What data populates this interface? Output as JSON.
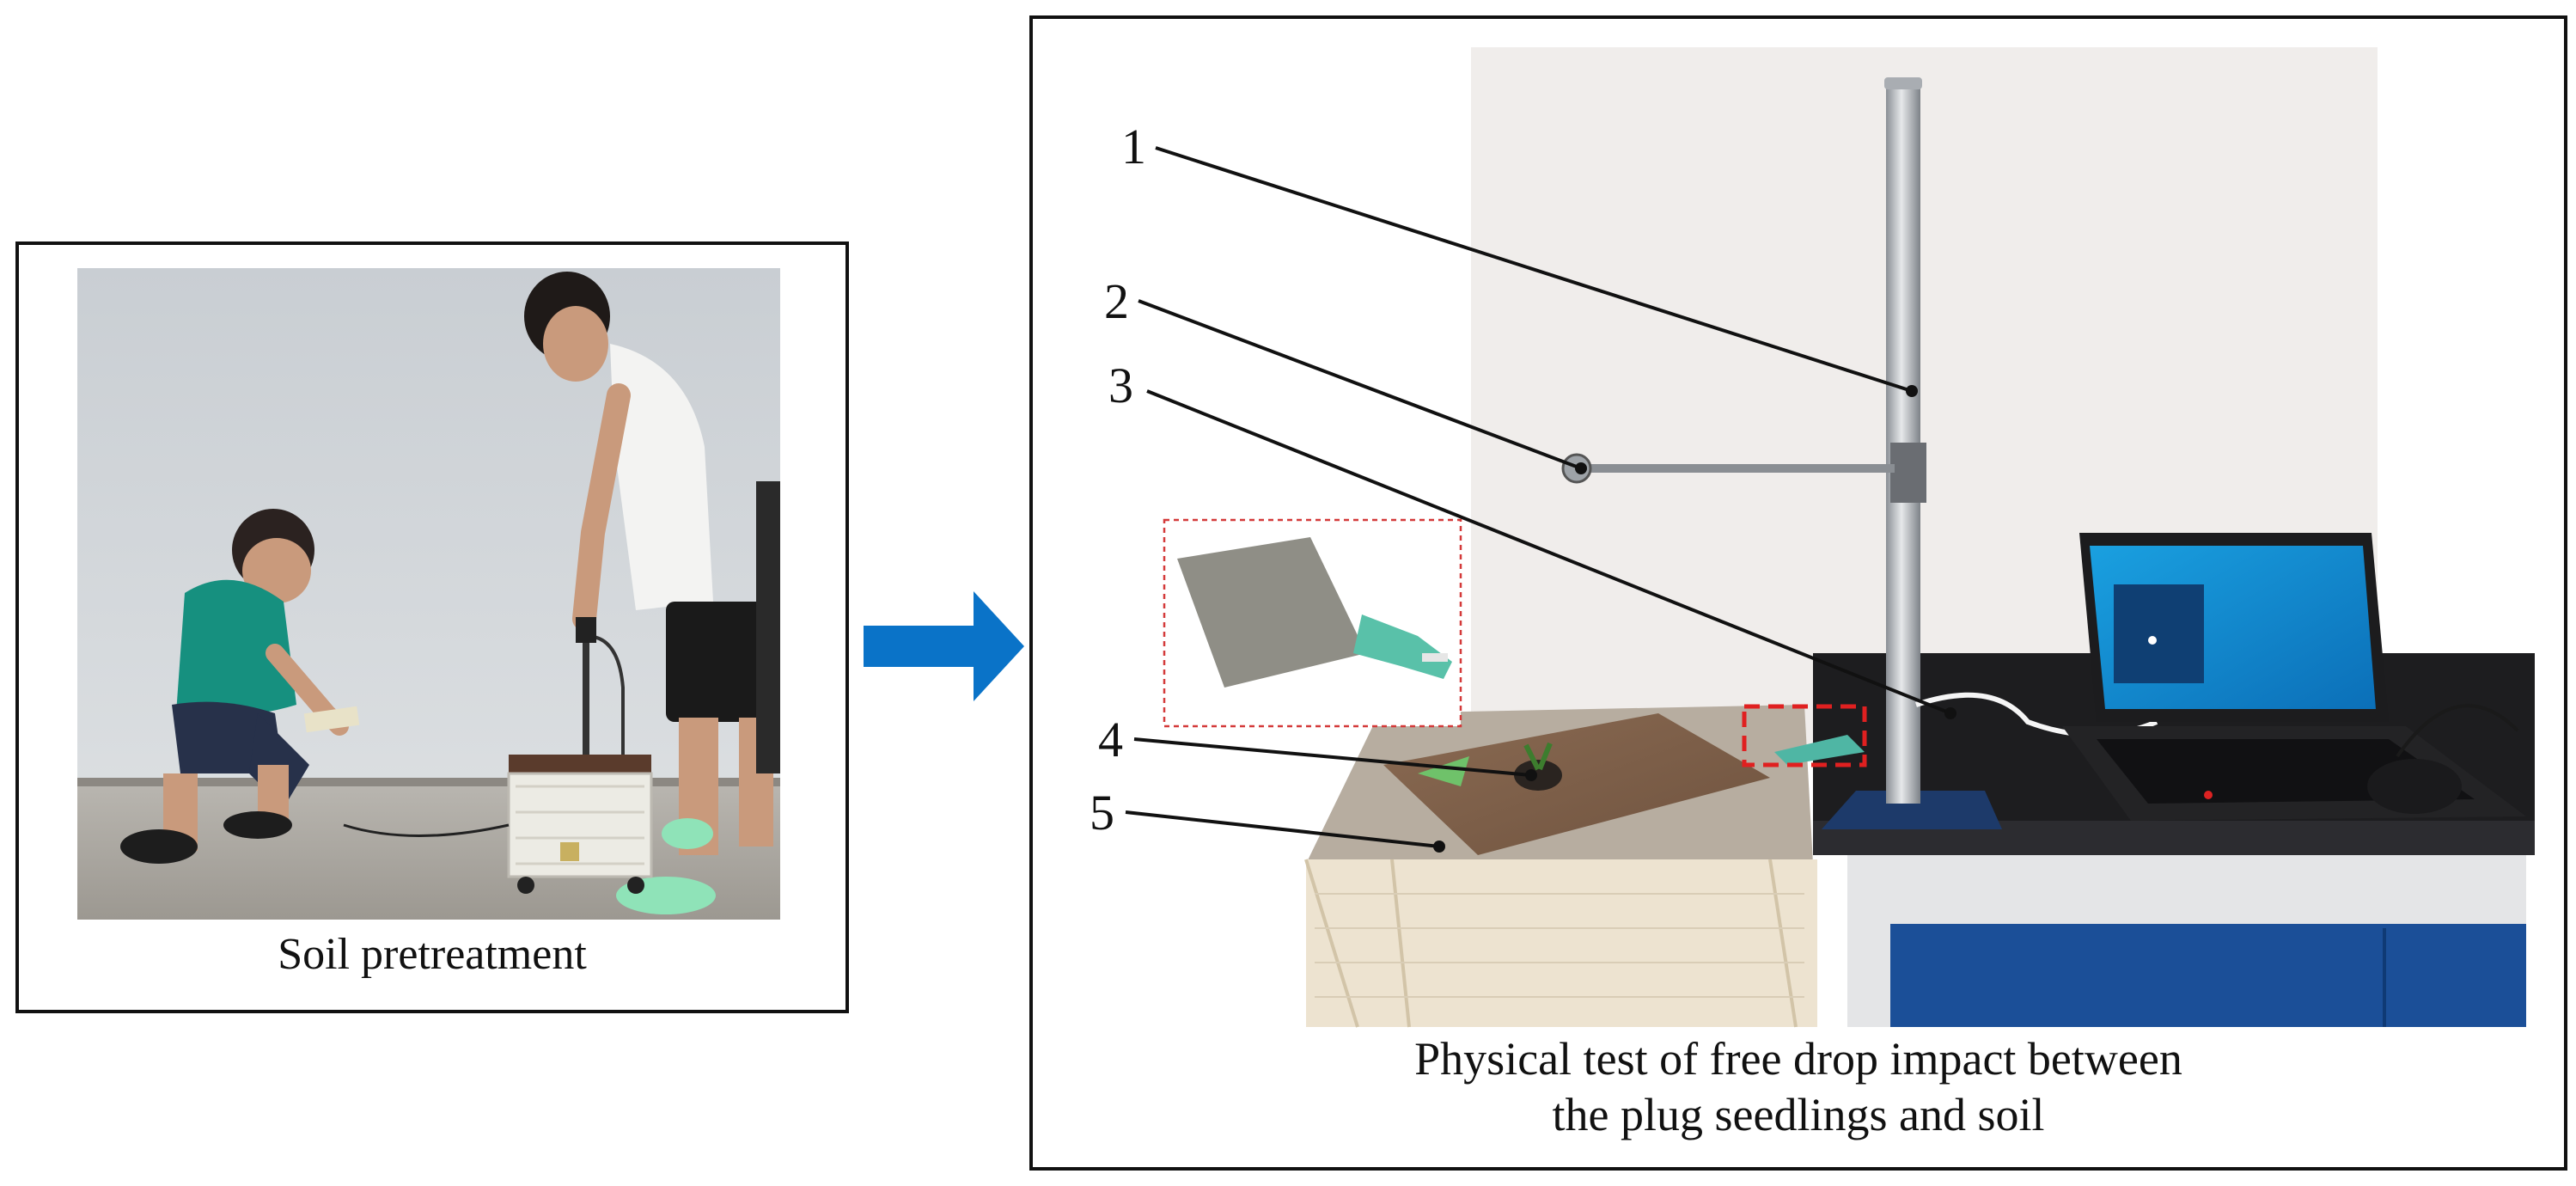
{
  "left_panel": {
    "caption": "Soil pretreatment"
  },
  "right_panel": {
    "caption_line1": "Physical test of free drop impact between",
    "caption_line2": "the plug seedlings and soil",
    "callouts": [
      "1",
      "2",
      "3",
      "4",
      "5"
    ]
  },
  "colors": {
    "arrow": "#0a73c8",
    "frame": "#111111",
    "highlight_box": "#e02020",
    "inset_border": "#d43a3a"
  }
}
